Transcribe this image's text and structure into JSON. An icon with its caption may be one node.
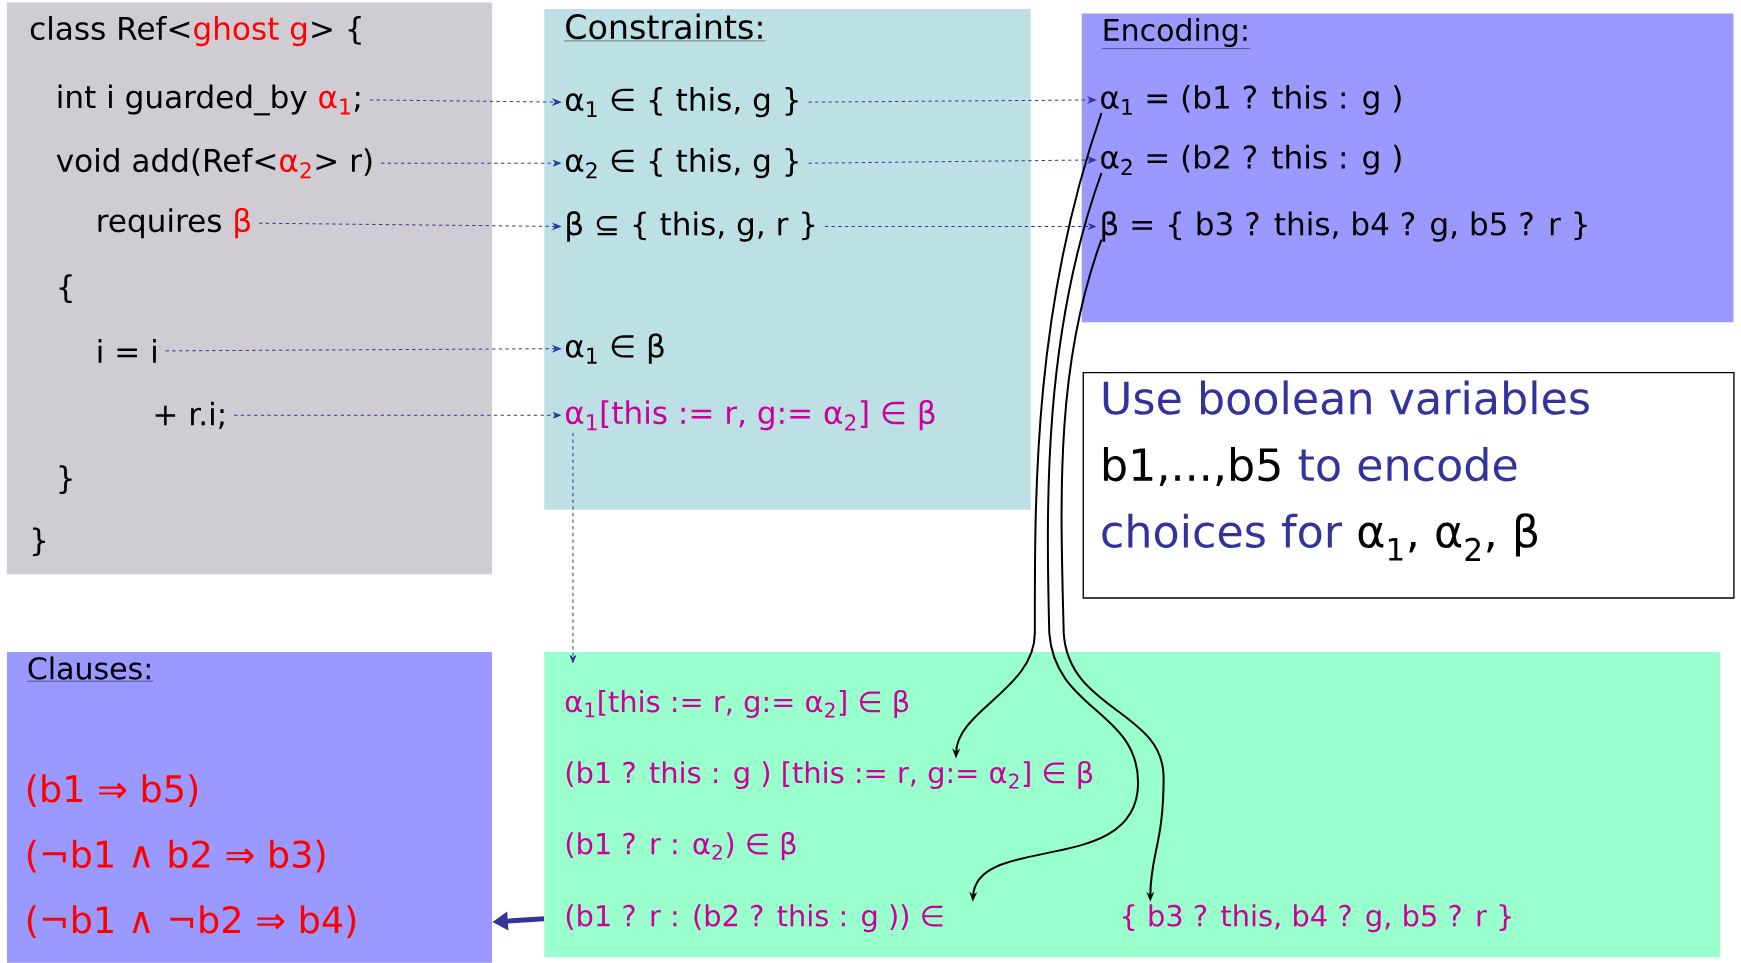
{
  "diagram": {
    "nodes": [
      {
        "text": [],
        "shape": "box"
      },
      {
        "text": [
          "class Ref<",
          "ghost g",
          "> {"
        ],
        "in": 0
      },
      {
        "text": [
          "int i guarded_by",
          "α$_{1}$",
          ";"
        ],
        "in": 0
      },
      {
        "text": [
          "void add(Ref<",
          "α$_{2}$",
          "> r)"
        ],
        "in": 0
      },
      {
        "text": [
          "requires",
          "β"
        ],
        "in": 0
      },
      {
        "text": [
          "{"
        ],
        "in": 0
      },
      {
        "text": [
          "i = i"
        ],
        "in": 0
      },
      {
        "text": [
          "+ r.i;"
        ],
        "in": 0
      },
      {
        "text": [
          "}"
        ],
        "in": 0
      },
      {
        "text": [
          "}"
        ],
        "in": 0
      },
      {
        "text": [
          "Constraints:"
        ]
      },
      {
        "text": [
          "α$_{1}$ ∈ { this, g }"
        ],
        "in": 10
      },
      {
        "text": [
          "α$_{2}$ ∈ { this, g }"
        ],
        "in": 10
      },
      {
        "text": [
          "β ⊆ { this, g, r }"
        ],
        "in": 10
      },
      {
        "text": [
          "α$_{1}$ ∈ β"
        ],
        "in": 10
      },
      {
        "text": [
          "α$_{1}$[this := r, g:= α$_{2}$] ∈ β"
        ],
        "in": 10
      },
      {
        "text": [
          "Encoding:"
        ]
      },
      {
        "text": [
          "α$_{1}$ = (b1 ? this : g )"
        ],
        "in": 16
      },
      {
        "text": [
          "α$_{2}$ = (b2 ? this : g )"
        ],
        "in": 16
      },
      {
        "text": [
          "β = { b3 ? this, b4 ? g, b5 ? r }"
        ],
        "in": 16
      },
      {
        "text": [
          "Use boolean variables",
          "b1,...,b5",
          "to encode",
          "choices for",
          "α$_{1}$, α$_{2}$, β"
        ]
      },
      {
        "text": [],
        "shape": "box"
      },
      {
        "text": [
          "α$_{1}$[this := r, g:= α$_{2}$] ∈ β"
        ],
        "in": 21
      },
      {
        "text": [
          "(b1 ? this : g ) [this := r, g:= α$_{2}$] ∈ β"
        ],
        "in": 21
      },
      {
        "text": [
          "(b1 ? r : α$_{2}$) ∈ β"
        ],
        "in": 21
      },
      {
        "text": [
          "(b1 ? r : (b2 ? this : g )) ∈"
        ],
        "in": 21
      },
      {
        "text": [
          "{ b3 ? this, b4 ? g, b5 ? r }"
        ],
        "in": 21
      },
      {
        "text": [
          "Clauses:"
        ]
      },
      {
        "text": [
          "(b1 ⇒ b5)"
        ],
        "in": 27
      },
      {
        "text": [
          "(¬b1 ∧ b2 ⇒ b3)"
        ],
        "in": 27
      },
      {
        "text": [
          "(¬b1 ∧ ¬b2 ⇒ b4)"
        ],
        "in": 27
      }
    ],
    "edges": [
      {
        "from": 2,
        "to": 11,
        "arrow": "to",
        "style": "dashed"
      },
      {
        "from": 3,
        "to": 12,
        "arrow": "to",
        "style": "dashed"
      },
      {
        "from": 4,
        "to": 13,
        "arrow": "to",
        "style": "dashed"
      },
      {
        "from": 6,
        "to": 14,
        "arrow": "to",
        "style": "dashed"
      },
      {
        "from": 7,
        "to": 15,
        "arrow": "to",
        "style": "dashed"
      },
      {
        "from": 11,
        "to": 17,
        "arrow": "to",
        "style": "dashed"
      },
      {
        "from": 12,
        "to": 18,
        "arrow": "to",
        "style": "dashed"
      },
      {
        "from": 13,
        "to": 19,
        "arrow": "to",
        "style": "dashed"
      },
      {
        "from": 15,
        "to": 22,
        "arrow": "to",
        "style": "dashed"
      },
      {
        "from": 17,
        "to": 23,
        "arrow": "to",
        "color": "#000000"
      },
      {
        "from": 18,
        "to": 25,
        "arrow": "to",
        "color": "#000000"
      },
      {
        "from": 19,
        "to": 26,
        "arrow": "to",
        "color": "#000000"
      },
      {
        "from": 21,
        "to": 27,
        "arrow": "to",
        "style": "thick"
      }
    ]
  }
}
